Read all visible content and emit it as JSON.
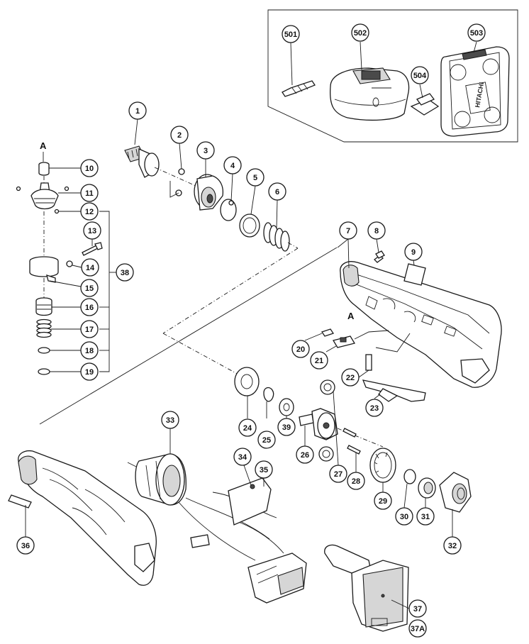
{
  "diagram": {
    "view_markers": [
      {
        "id": "a-top",
        "label": "A"
      },
      {
        "id": "a-housing",
        "label": "A"
      }
    ],
    "case_logo": "HITACHI",
    "callouts": [
      {
        "id": "501",
        "label": "501"
      },
      {
        "id": "502",
        "label": "502"
      },
      {
        "id": "503",
        "label": "503"
      },
      {
        "id": "504",
        "label": "504"
      },
      {
        "id": "1",
        "label": "1"
      },
      {
        "id": "2",
        "label": "2"
      },
      {
        "id": "3",
        "label": "3"
      },
      {
        "id": "4",
        "label": "4"
      },
      {
        "id": "5",
        "label": "5"
      },
      {
        "id": "6",
        "label": "6"
      },
      {
        "id": "7",
        "label": "7"
      },
      {
        "id": "8",
        "label": "8"
      },
      {
        "id": "9",
        "label": "9"
      },
      {
        "id": "10",
        "label": "10"
      },
      {
        "id": "11",
        "label": "11"
      },
      {
        "id": "12",
        "label": "12"
      },
      {
        "id": "13",
        "label": "13"
      },
      {
        "id": "14",
        "label": "14"
      },
      {
        "id": "15",
        "label": "15"
      },
      {
        "id": "16",
        "label": "16"
      },
      {
        "id": "17",
        "label": "17"
      },
      {
        "id": "18",
        "label": "18"
      },
      {
        "id": "19",
        "label": "19"
      },
      {
        "id": "20",
        "label": "20"
      },
      {
        "id": "21",
        "label": "21"
      },
      {
        "id": "22",
        "label": "22"
      },
      {
        "id": "23",
        "label": "23"
      },
      {
        "id": "24",
        "label": "24"
      },
      {
        "id": "25",
        "label": "25"
      },
      {
        "id": "26",
        "label": "26"
      },
      {
        "id": "27",
        "label": "27"
      },
      {
        "id": "28",
        "label": "28"
      },
      {
        "id": "29",
        "label": "29"
      },
      {
        "id": "30",
        "label": "30"
      },
      {
        "id": "31",
        "label": "31"
      },
      {
        "id": "32",
        "label": "32"
      },
      {
        "id": "33",
        "label": "33"
      },
      {
        "id": "34",
        "label": "34"
      },
      {
        "id": "35",
        "label": "35"
      },
      {
        "id": "36",
        "label": "36"
      },
      {
        "id": "37",
        "label": "37"
      },
      {
        "id": "37A",
        "label": "37A"
      },
      {
        "id": "38",
        "label": "38"
      },
      {
        "id": "39",
        "label": "39"
      }
    ]
  }
}
